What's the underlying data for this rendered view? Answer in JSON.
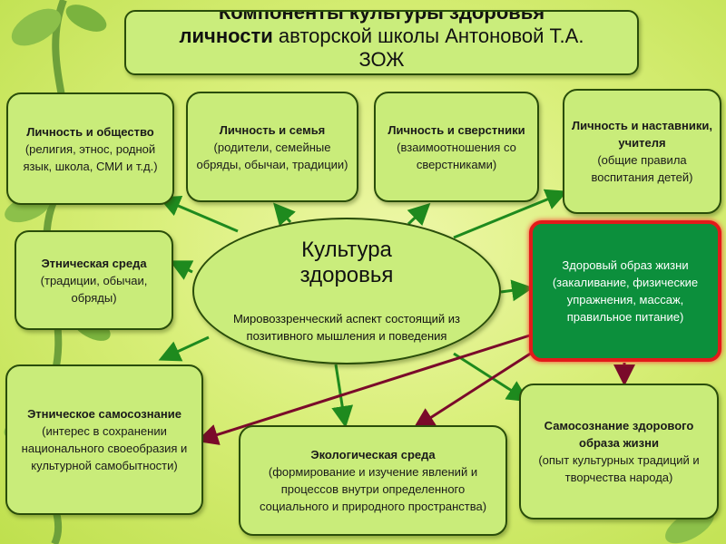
{
  "title": {
    "line1": "Компоненты культуры здоровья",
    "line2_bold": "личности",
    "line2_rest": " авторской школы Антоновой Т.А.",
    "line3": "ЗОЖ"
  },
  "center": {
    "title_line1": "Культура",
    "title_line2": "здоровья",
    "subtitle": "Мировоззренческий аспект состоящий из позитивного мышления и поведения"
  },
  "nodes": {
    "society": {
      "title": "Личность и общество",
      "desc": "(религия, этнос, родной язык, школа, СМИ и т.д.)"
    },
    "family": {
      "title": "Личность и семья",
      "desc": "(родители, семейные обряды, обычаи, традиции)"
    },
    "peers": {
      "title": "Личность и сверстники",
      "desc": "(взаимоотношения со сверстниками)"
    },
    "mentors": {
      "title": "Личность и наставники, учителя",
      "desc": "(общие правила воспитания детей)"
    },
    "ethnic_env": {
      "title": "Этническая среда",
      "desc": "(традиции, обычаи, обряды)"
    },
    "healthy": {
      "title": "Здоровый образ жизни",
      "desc": "(закаливание, физические упражнения, массаж, правильное питание)"
    },
    "ethnic_self": {
      "title": "Этническое самосознание",
      "desc": "(интерес в сохранении национального своеобразия и культурной самобытности)"
    },
    "ecology": {
      "title": "Экологическая среда",
      "desc": "(формирование и изучение явлений и процессов внутри определенного социального и природного пространства)"
    },
    "self_healthy": {
      "title": "Самосознание здорового образа жизни",
      "desc": "(опыт культурных традиций и творчества народа)"
    }
  },
  "colors": {
    "arrow_green": "#1e8a1e",
    "arrow_maroon": "#7a0a2a",
    "highlight_fill": "#0c8f3c",
    "highlight_border": "#e21a1a"
  }
}
